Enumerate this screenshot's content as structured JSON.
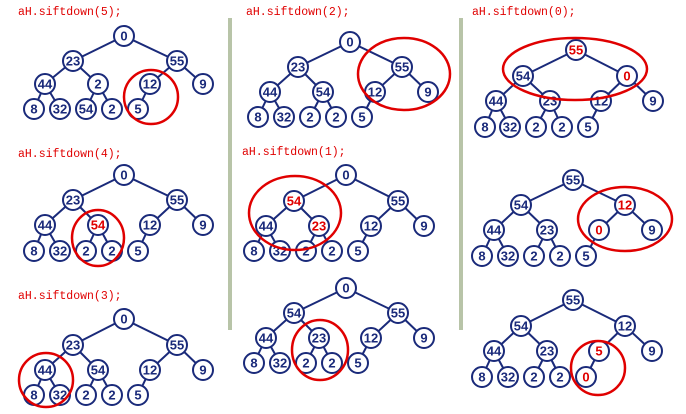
{
  "colors": {
    "node_stroke": "#1a2a7a",
    "node_text": "#1a2a7a",
    "highlight": "#e00000",
    "divider": "#b8c4a8"
  },
  "panels": [
    {
      "caption": "aH.siftdown(5);",
      "values": [
        "0",
        "23",
        "55",
        "44",
        "2",
        "12",
        "9",
        "8",
        "32",
        "54",
        "2",
        "5"
      ],
      "highlight": []
    },
    {
      "caption": "aH.siftdown(4);",
      "values": [
        "0",
        "23",
        "55",
        "44",
        "54",
        "12",
        "9",
        "8",
        "32",
        "2",
        "2",
        "5"
      ],
      "highlight": [
        4
      ]
    },
    {
      "caption": "aH.siftdown(3);",
      "values": [
        "0",
        "23",
        "55",
        "44",
        "54",
        "12",
        "9",
        "8",
        "32",
        "2",
        "2",
        "5"
      ],
      "highlight": []
    },
    {
      "caption": "aH.siftdown(2);",
      "values": [
        "0",
        "23",
        "55",
        "44",
        "54",
        "12",
        "9",
        "8",
        "32",
        "2",
        "2",
        "5"
      ],
      "highlight": []
    },
    {
      "caption": "aH.siftdown(1);",
      "values": [
        "0",
        "54",
        "55",
        "44",
        "23",
        "12",
        "9",
        "8",
        "32",
        "2",
        "2",
        "5"
      ],
      "highlight": [
        1,
        4
      ]
    },
    {
      "caption": "",
      "values": [
        "0",
        "54",
        "55",
        "44",
        "23",
        "12",
        "9",
        "8",
        "32",
        "2",
        "2",
        "5"
      ],
      "highlight": []
    },
    {
      "caption": "aH.siftdown(0);",
      "values": [
        "55",
        "54",
        "0",
        "44",
        "23",
        "12",
        "9",
        "8",
        "32",
        "2",
        "2",
        "5"
      ],
      "highlight": [
        0,
        2
      ]
    },
    {
      "caption": "",
      "values": [
        "55",
        "54",
        "12",
        "44",
        "23",
        "0",
        "9",
        "8",
        "32",
        "2",
        "2",
        "5"
      ],
      "highlight": [
        2,
        5
      ]
    },
    {
      "caption": "",
      "values": [
        "55",
        "54",
        "12",
        "44",
        "23",
        "5",
        "9",
        "8",
        "32",
        "2",
        "2",
        "0"
      ],
      "highlight": [
        5,
        11
      ]
    }
  ]
}
